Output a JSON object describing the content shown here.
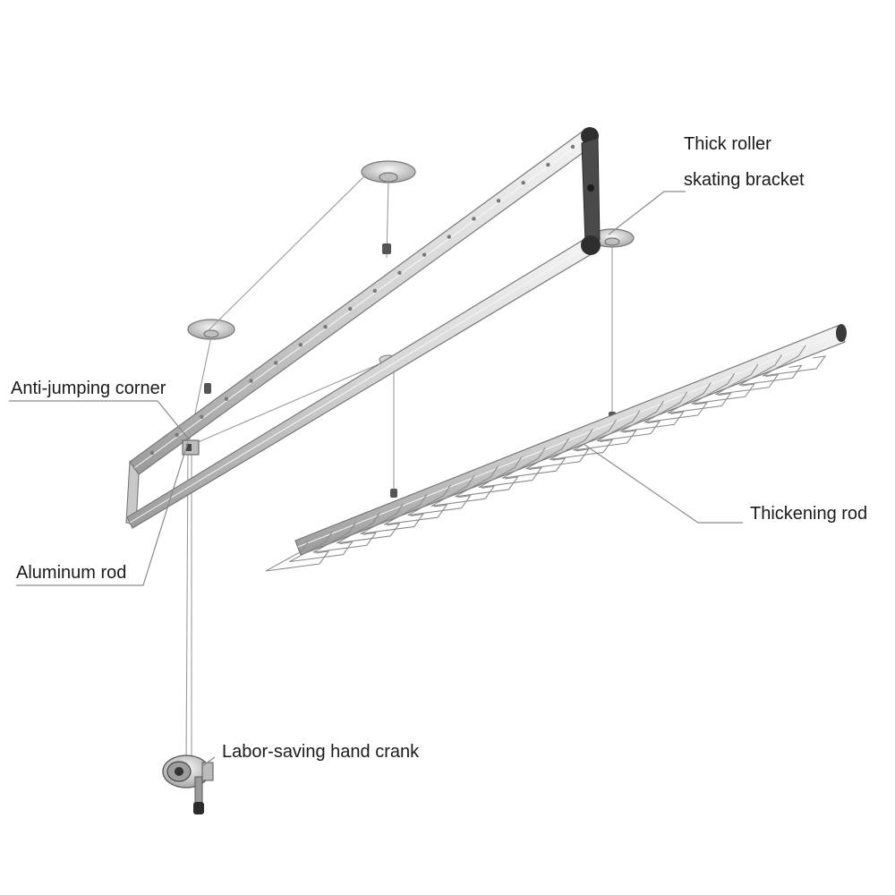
{
  "labels": {
    "thick_roller_line1": "Thick roller",
    "thick_roller_line2": "skating bracket",
    "anti_jumping": "Anti-jumping corner",
    "thickening_rod": "Thickening rod",
    "aluminum_rod": "Aluminum rod",
    "hand_crank": "Labor-saving hand crank"
  },
  "colors": {
    "metal": "#dcdcdc",
    "metal_edge": "#6b6b6b",
    "dark_part": "#2e2e2e",
    "leader_line": "#8a8a8a",
    "text": "#1a1a1a"
  },
  "hanger_count": 22
}
